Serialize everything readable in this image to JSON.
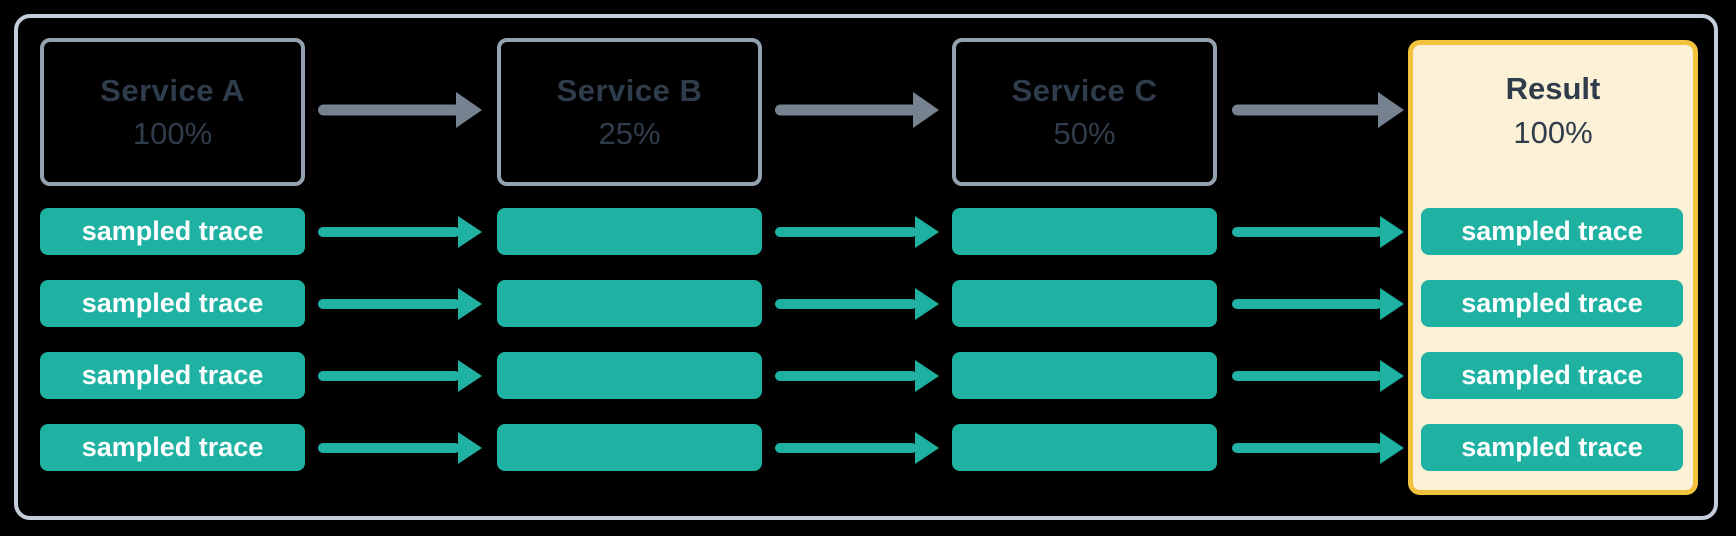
{
  "diagram": {
    "services": [
      {
        "name": "Service A",
        "rate": "100%"
      },
      {
        "name": "Service B",
        "rate": "25%"
      },
      {
        "name": "Service C",
        "rate": "50%"
      }
    ],
    "result": {
      "name": "Result",
      "rate": "100%"
    },
    "trace_label": "sampled trace",
    "row_count": 4,
    "colors": {
      "teal": "#1FB2A3",
      "slate_text": "#2F3C4B",
      "gray_arrow": "#76828F",
      "box_border": "#93A1B0",
      "outer_border": "#C3CEDA",
      "result_border": "#F2C23C",
      "result_bg": "#FBF1D6",
      "trace_text": "#FFFFFF"
    }
  }
}
